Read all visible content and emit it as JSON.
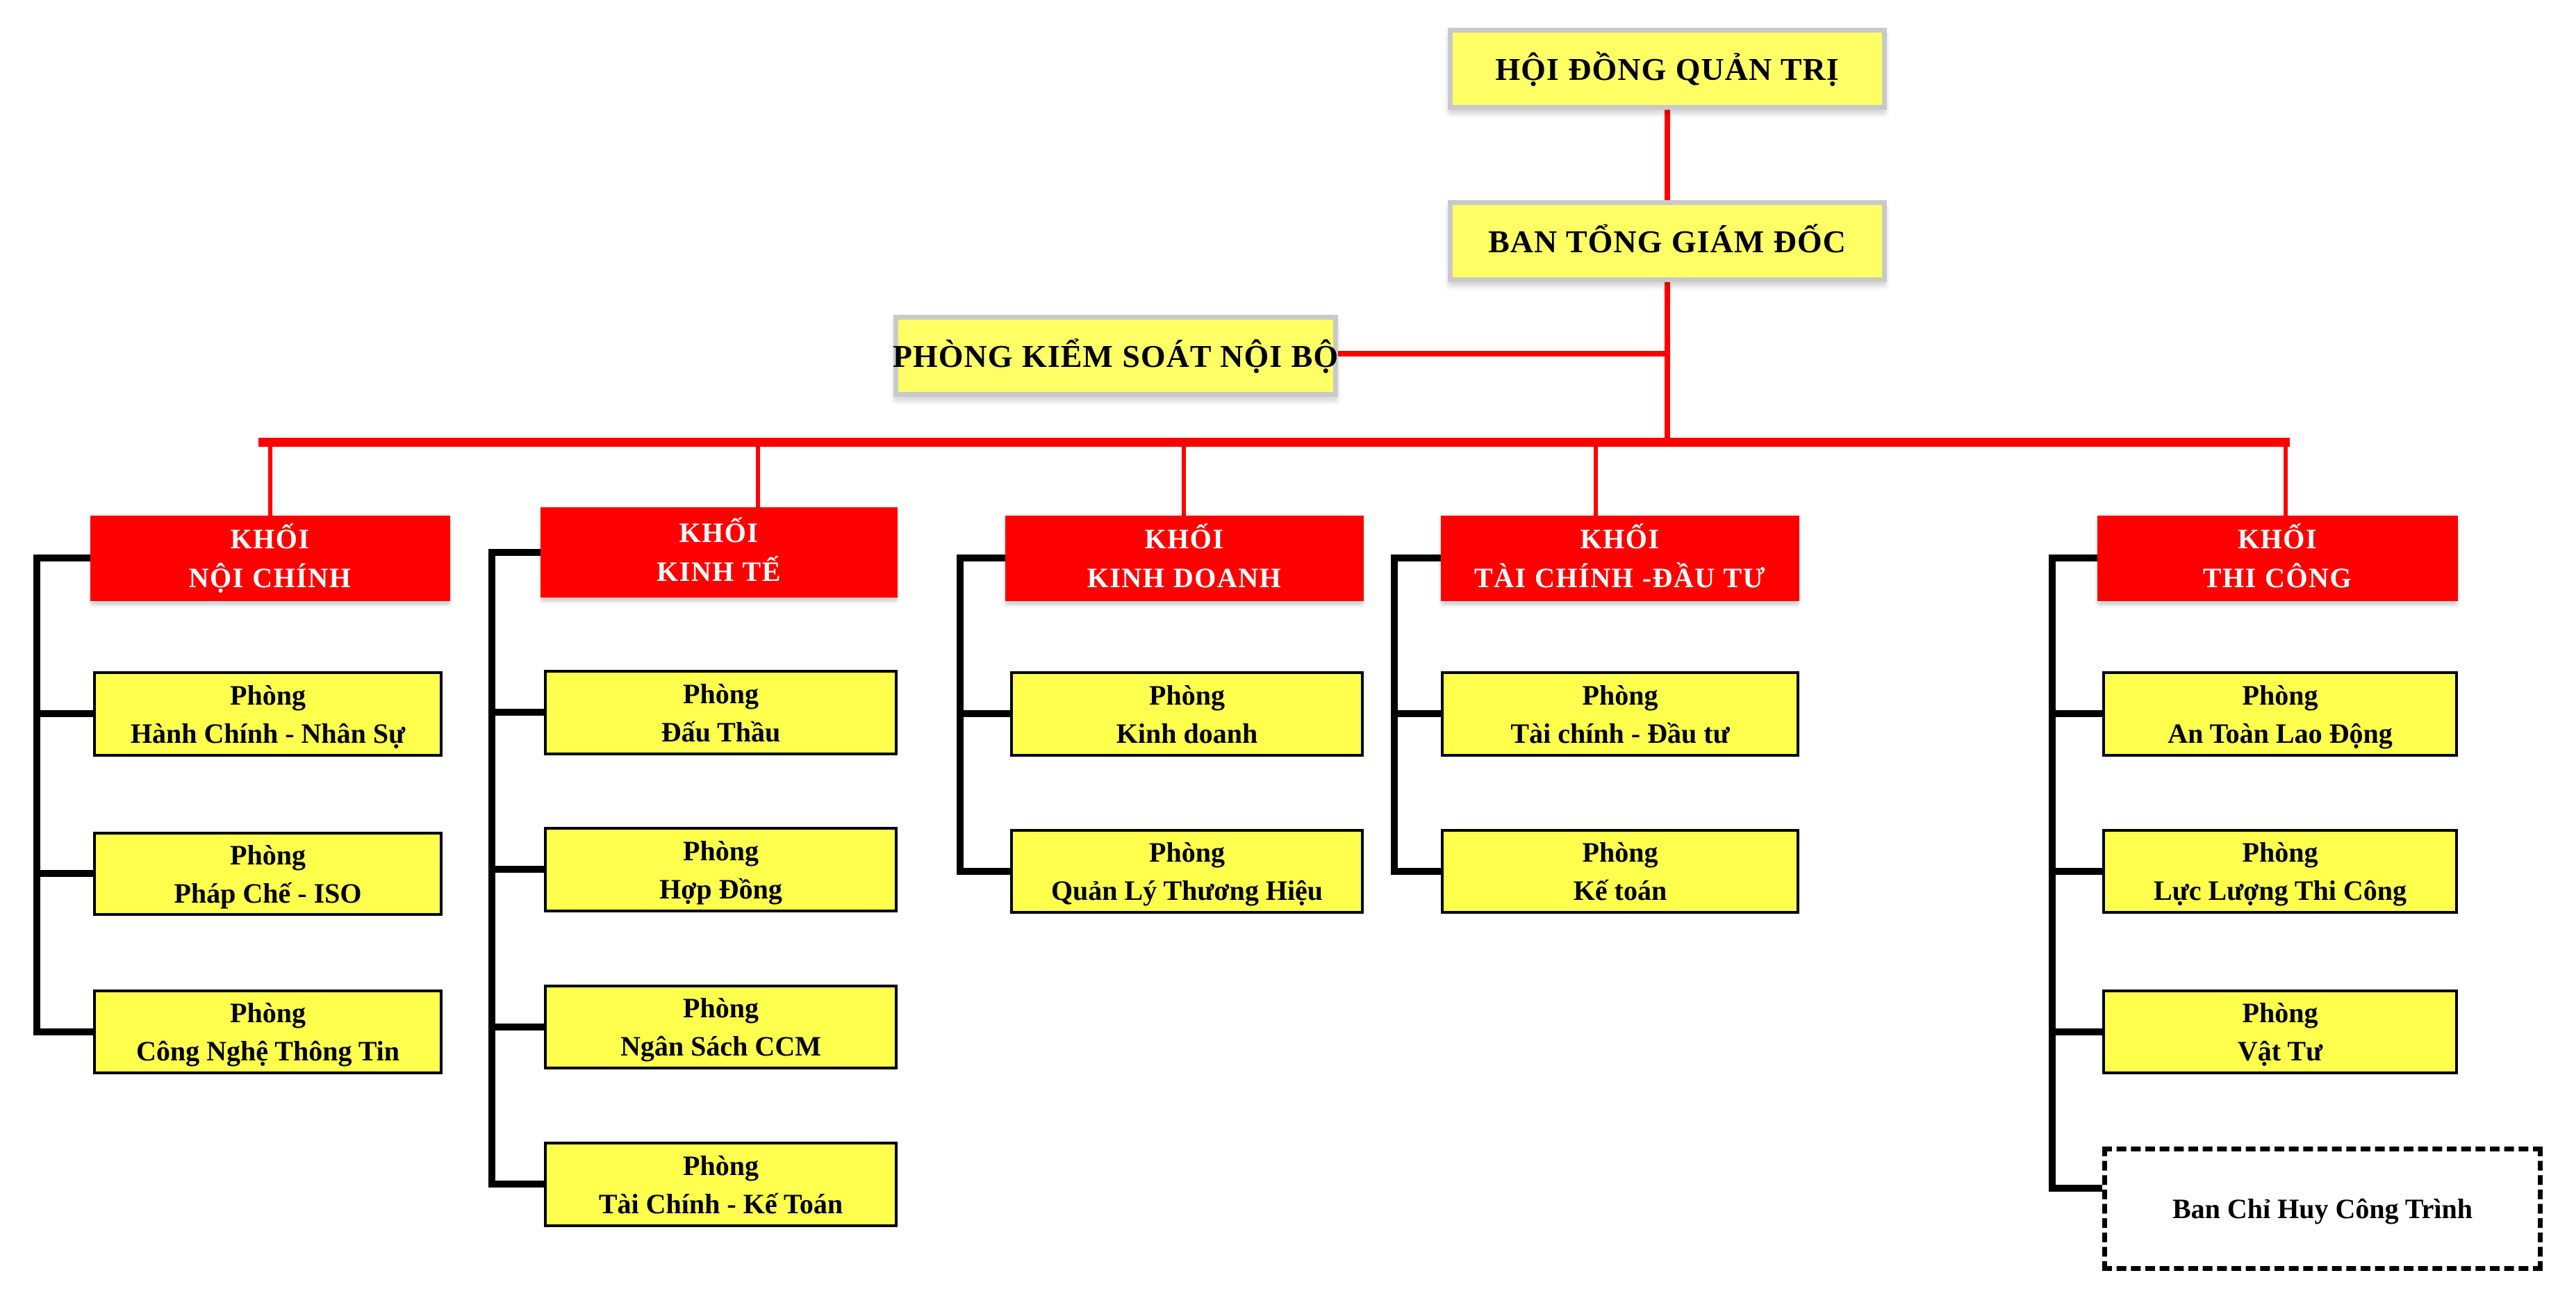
{
  "colors": {
    "division_header_fill": "#FF0000",
    "division_header_text": "#FFFFFF",
    "department_fill": "#FFFF4D",
    "department_text": "#000000",
    "top_box_fill": "#FFFF66",
    "top_box_border": "#C9C9C9",
    "connector_red": "#FF0000",
    "connector_black": "#000000",
    "site_command_border": "#000000"
  },
  "org": {
    "board": {
      "label": "HỘI ĐỒNG QUẢN TRỊ"
    },
    "general_directorate": {
      "label": "BAN TỔNG GIÁM ĐỐC"
    },
    "internal_control": {
      "label": "PHÒNG KIỂM SOÁT NỘI BỘ"
    },
    "divisions": [
      {
        "line1": "KHỐI",
        "line2": "NỘI CHÍNH",
        "departments": [
          {
            "line1": "Phòng",
            "line2": "Hành Chính - Nhân Sự"
          },
          {
            "line1": "Phòng",
            "line2": "Pháp Chế - ISO"
          },
          {
            "line1": "Phòng",
            "line2": "Công Nghệ Thông Tin"
          }
        ]
      },
      {
        "line1": "KHỐI",
        "line2": "KINH TẾ",
        "departments": [
          {
            "line1": "Phòng",
            "line2": "Đấu Thầu"
          },
          {
            "line1": "Phòng",
            "line2": "Hợp Đồng"
          },
          {
            "line1": "Phòng",
            "line2": "Ngân Sách CCM"
          },
          {
            "line1": "Phòng",
            "line2": "Tài Chính - Kế Toán"
          }
        ]
      },
      {
        "line1": "KHỐI",
        "line2": "KINH DOANH",
        "departments": [
          {
            "line1": "Phòng",
            "line2": "Kinh doanh"
          },
          {
            "line1": "Phòng",
            "line2": "Quản Lý Thương Hiệu"
          }
        ]
      },
      {
        "line1": "KHỐI",
        "line2": "TÀI CHÍNH -ĐẦU TƯ",
        "departments": [
          {
            "line1": "Phòng",
            "line2": "Tài chính - Đầu tư"
          },
          {
            "line1": "Phòng",
            "line2": "Kế toán"
          }
        ]
      },
      {
        "line1": "KHỐI",
        "line2": "THI CÔNG",
        "departments": [
          {
            "line1": "Phòng",
            "line2": "An Toàn Lao Động"
          },
          {
            "line1": "Phòng",
            "line2": "Lực Lượng Thi Công"
          },
          {
            "line1": "Phòng",
            "line2": "Vật Tư"
          }
        ]
      }
    ],
    "site_command": {
      "label": "Ban Chỉ Huy Công Trình"
    }
  }
}
